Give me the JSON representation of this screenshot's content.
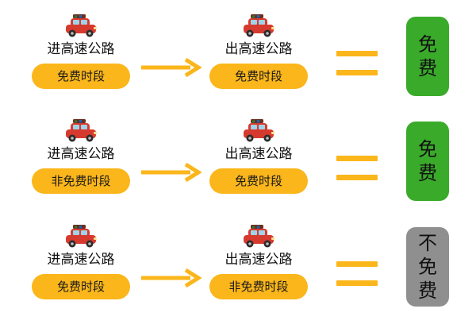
{
  "colors": {
    "pill": "#fbb61b",
    "arrow": "#fbb61b",
    "free": "#3aaa2a",
    "not_free": "#8f8f8f",
    "car_body": "#d63a2e",
    "luggage": "#6b2f1e"
  },
  "icons": {
    "car": "car-icon",
    "arrow": "arrow-right-icon",
    "equals": "equals-icon"
  },
  "rows": [
    {
      "enter_label": "进高速公路",
      "enter_period": "免费时段",
      "exit_label": "出高速公路",
      "exit_period": "免费时段",
      "result_chars": [
        "免",
        "费"
      ],
      "result_status": "free"
    },
    {
      "enter_label": "进高速公路",
      "enter_period": "非免费时段",
      "exit_label": "出高速公路",
      "exit_period": "免费时段",
      "result_chars": [
        "免",
        "费"
      ],
      "result_status": "free"
    },
    {
      "enter_label": "进高速公路",
      "enter_period": "免费时段",
      "exit_label": "出高速公路",
      "exit_period": "非免费时段",
      "result_chars": [
        "不",
        "免",
        "费"
      ],
      "result_status": "not_free"
    }
  ]
}
